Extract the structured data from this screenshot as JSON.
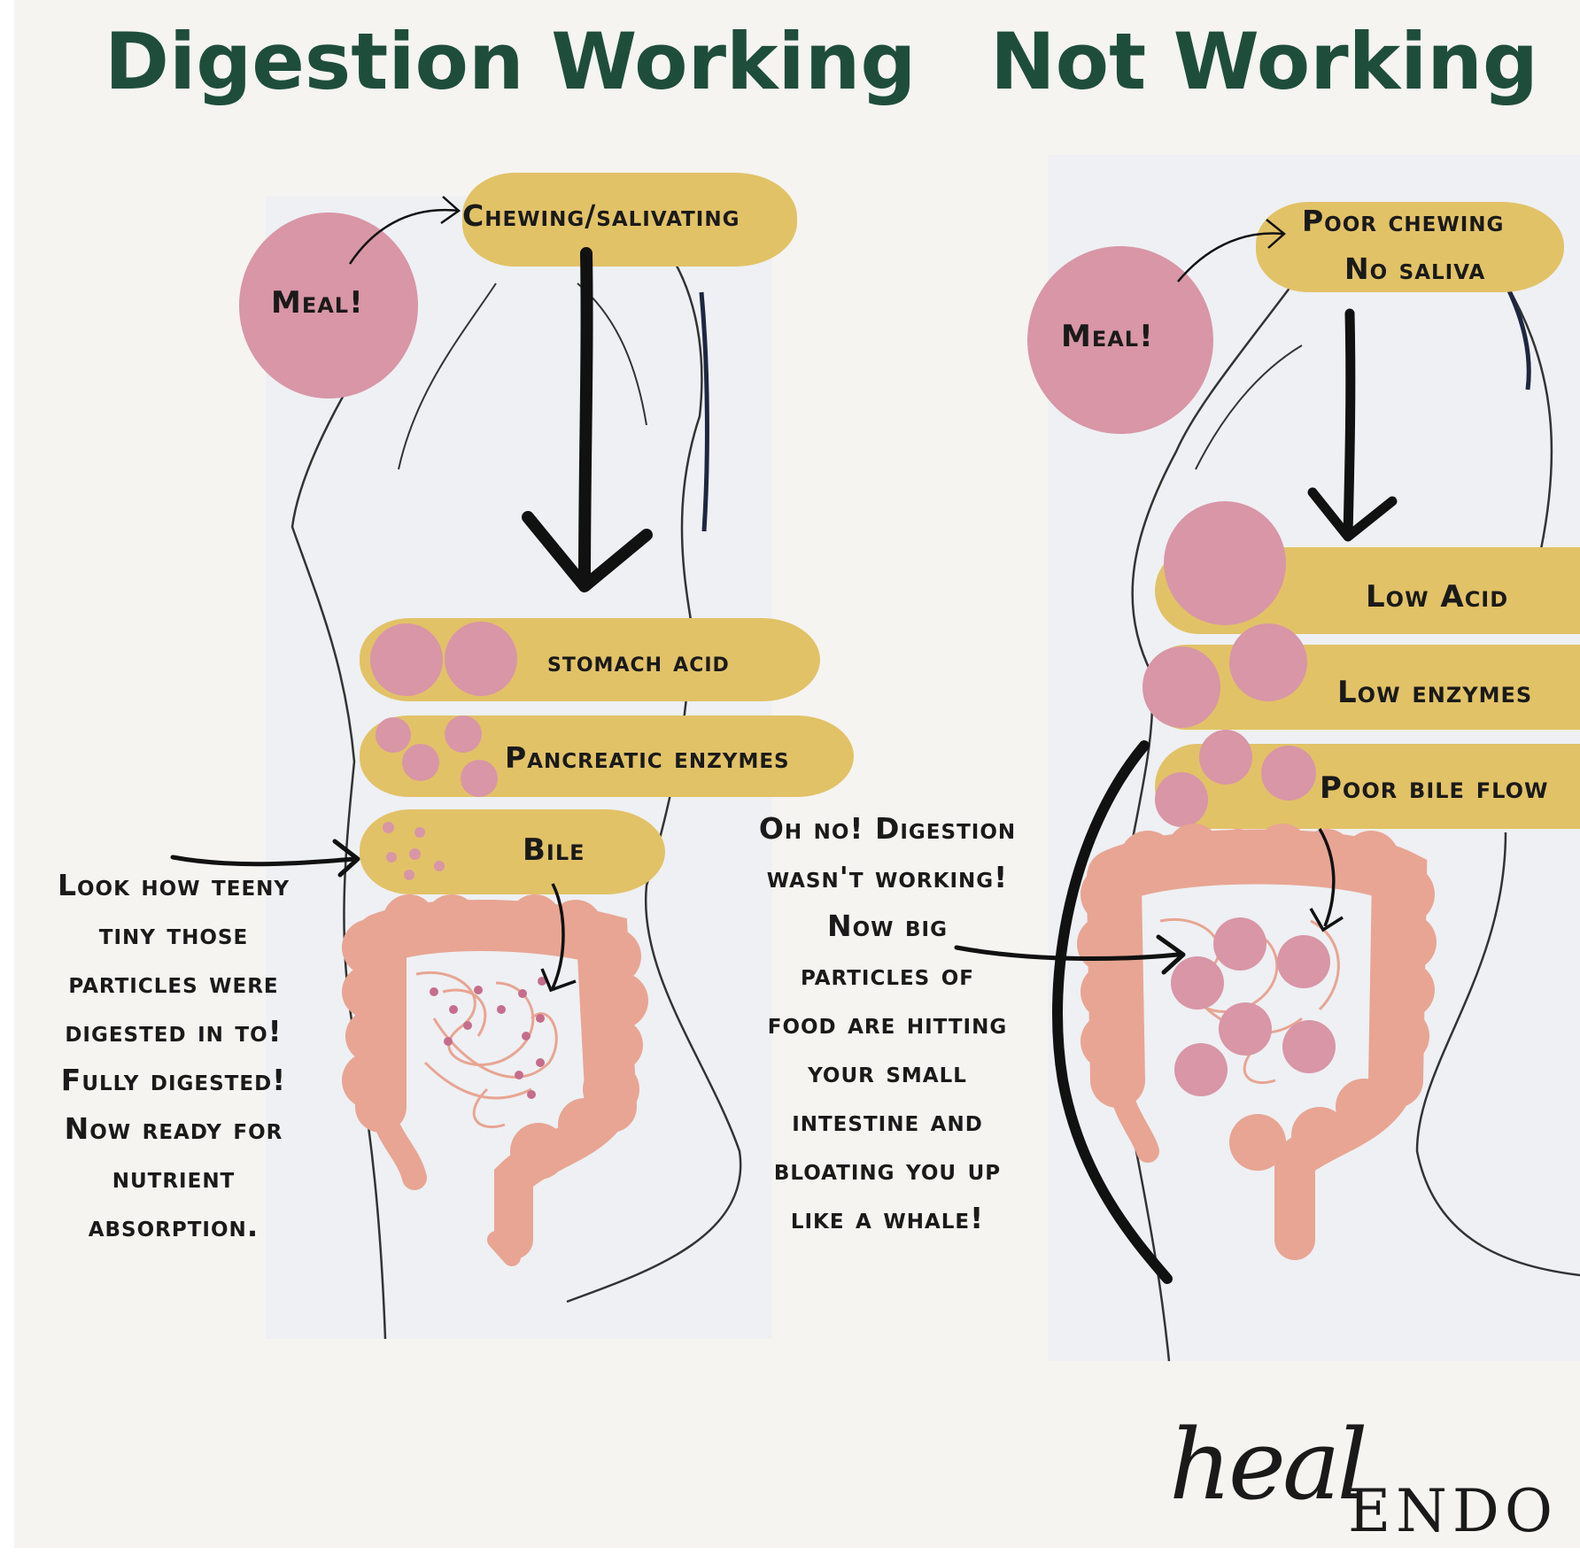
{
  "left": {
    "title": "Digestion Working",
    "meal": "Meal!",
    "chewing": "Chewing/salivating",
    "stomach": "stomach acid",
    "pancreatic": "Pancreatic enzymes",
    "bile": "Bile",
    "note": [
      "Look how teeny",
      "tiny those",
      "particles were",
      "digested in to!",
      "Fully digested!",
      "Now ready for",
      "nutrient",
      "absorption."
    ]
  },
  "right": {
    "title": "Not Working",
    "meal": "Meal!",
    "chewing_1": "Poor chewing",
    "chewing_2": "No saliva",
    "acid": "Low Acid",
    "enzymes": "Low enzymes",
    "bile": "Poor bile flow",
    "note": [
      "Oh no! Digestion",
      "wasn't working!",
      "Now big",
      "particles of",
      "food are hitting",
      "your small",
      "intestine and",
      "bloating you up",
      "like a whale!"
    ]
  },
  "logo": {
    "script": "heal",
    "word": "ENDO"
  },
  "colors": {
    "title": "#1f4d3c",
    "pill": "#e2c267",
    "blob": "#d896a6",
    "intestine": "#e8a593"
  }
}
